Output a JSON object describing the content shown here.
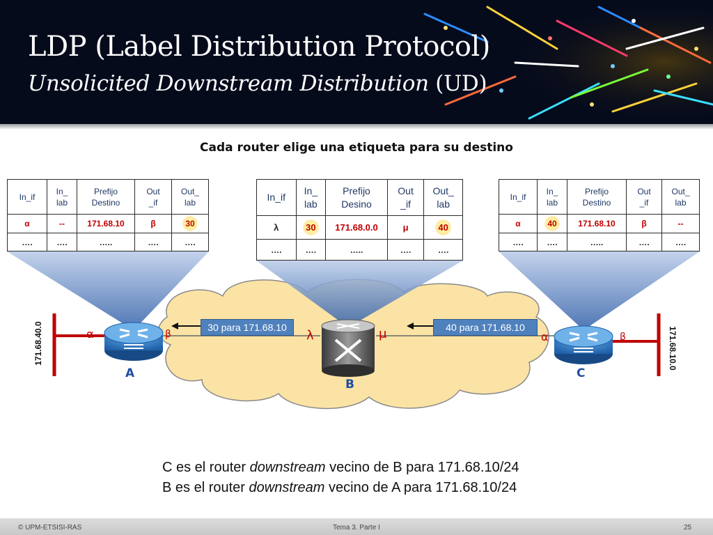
{
  "header": {
    "title": "LDP (Label Distribution Protocol)",
    "subtitle_italic": "Unsolicited Downstream Distribution",
    "subtitle_plain": " (UD)"
  },
  "caption": "Cada router elige una etiqueta  para su destino",
  "tables": {
    "a": {
      "headers": [
        "In_if",
        "In_\nlab",
        "Prefijo\nDestino",
        "Out\n_if",
        "Out_\nlab"
      ],
      "row1": [
        "α",
        "--",
        "171.68.10",
        "β",
        "30"
      ],
      "row2": [
        "….",
        "….",
        "…..",
        "….",
        "…."
      ]
    },
    "b": {
      "headers": [
        "In_if",
        "In_\nlab",
        "Prefijo\nDesino",
        "Out\n_if",
        "Out_\nlab"
      ],
      "row1": [
        "λ",
        "30",
        "171.68.0.0",
        "μ",
        "40"
      ],
      "row2": [
        "….",
        "….",
        "…..",
        "….",
        "…."
      ]
    },
    "c": {
      "headers": [
        "In_if",
        "In_\nlab",
        "Prefijo\nDestino",
        "Out\n_if",
        "Out_\nlab"
      ],
      "row1": [
        "α",
        "40",
        "171.68.10",
        "β",
        "--"
      ],
      "row2": [
        "….",
        "….",
        "…..",
        "….",
        "…."
      ]
    }
  },
  "diagram": {
    "router_a": {
      "name": "A",
      "if_left": "α",
      "if_right": "β"
    },
    "router_b": {
      "name": "B",
      "if_left": "λ",
      "if_right": "μ"
    },
    "router_c": {
      "name": "C",
      "if_left": "α",
      "if_right": "β"
    },
    "net_left": "171.68.40.0",
    "net_right": "171.68.10.0",
    "msg_to_a": "30 para 171.68.10",
    "msg_to_b": "40 para 171.68.10"
  },
  "notes": {
    "line1": {
      "pre": "C es el router ",
      "em": "downstream",
      "post": " vecino de B para 171.68.10/24"
    },
    "line2": {
      "pre": "B  es el  router ",
      "em": "downstream",
      "post": " vecino de A  para 171.68.10/24"
    }
  },
  "footer": {
    "left": "© UPM-ETSISI-RAS",
    "center": "Tema 3. Parte I",
    "right": "25"
  },
  "colors": {
    "header_bg": "#060b1c",
    "accent_red": "#c00000",
    "router_blue": "#1f4fa0",
    "tag_blue": "#4f81bd",
    "cloud": "#fbe3a5"
  }
}
